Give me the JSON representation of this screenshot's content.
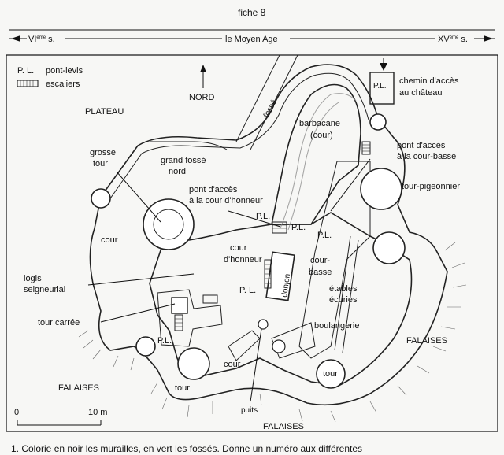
{
  "sheet": {
    "title": "fiche 8"
  },
  "timeline": {
    "start_label": "VI",
    "start_sup": "ème",
    "start_suffix": " s.",
    "middle_label": "le Moyen Age",
    "end_label": "XV",
    "end_sup": "ème",
    "end_suffix": " s."
  },
  "legend": {
    "pl_key": "P. L.",
    "pl_text": "pont-levis",
    "stairs_text": "escaliers"
  },
  "compass": {
    "label": "NORD"
  },
  "scale_bar": {
    "zero": "0",
    "ten": "10 m"
  },
  "labels": {
    "plateau": "PLATEAU",
    "fosse": "fossé",
    "barbacane_l1": "barbacane",
    "barbacane_l2": "(cour)",
    "chemin_l1": "chemin d'accès",
    "chemin_l2": "au château",
    "pl_gate": "P.L.",
    "grosse_tour_l1": "grosse",
    "grosse_tour_l2": "tour",
    "grand_fosse_l1": "grand fossé",
    "grand_fosse_l2": "nord",
    "pont_cour_basse_l1": "pont d'accès",
    "pont_cour_basse_l2": "à la cour-basse",
    "pont_cour_honneur_l1": "pont d'accès",
    "pont_cour_honneur_l2": "à la cour d'honneur",
    "tour_pigeonnier": "tour-pigeonnier",
    "pl_1": "P.L.",
    "pl_2": "P.L.",
    "pl_3": "P.L.",
    "pl_4": "P. L.",
    "pl_5": "P.L.",
    "cour_west": "cour",
    "cour_honneur_l1": "cour",
    "cour_honneur_l2": "d'honneur",
    "donjon": "donjon",
    "cour_basse_l1": "cour-",
    "cour_basse_l2": "basse",
    "etables_l1": "étables",
    "etables_l2": "écuries",
    "boulangerie": "boulangerie",
    "logis_l1": "logis",
    "logis_l2": "seigneurial",
    "tour_carree": "tour carrée",
    "cour_south": "cour",
    "tour_south": "tour",
    "tour_east": "tour",
    "falaises_w": "FALAISES",
    "falaises_e": "FALAISES",
    "falaises_s": "FALAISES",
    "puits": "puits"
  },
  "instruction": {
    "text": "1. Colorie en noir les murailles, en vert les fossés. Donne un numéro aux différentes"
  }
}
